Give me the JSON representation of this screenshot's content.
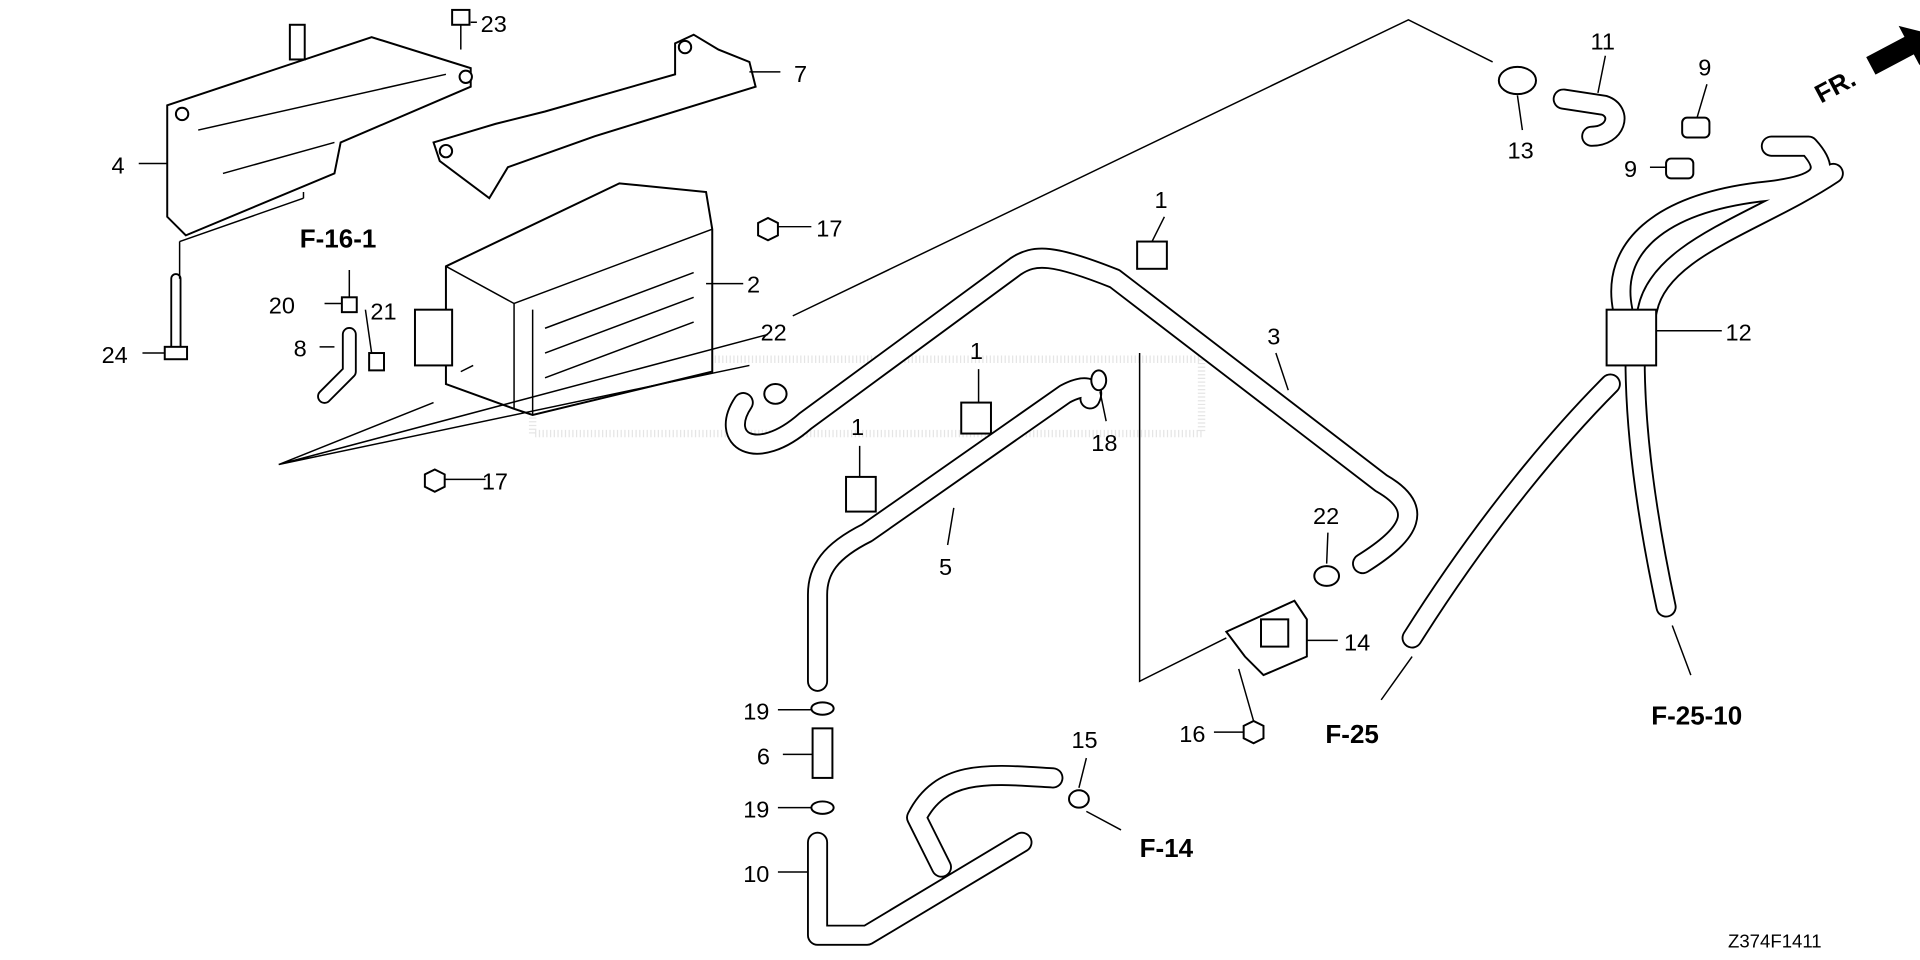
{
  "diagram": {
    "callouts": [
      "1",
      "1",
      "1",
      "2",
      "3",
      "4",
      "5",
      "6",
      "7",
      "8",
      "9",
      "9",
      "10",
      "11",
      "12",
      "13",
      "14",
      "15",
      "16",
      "17",
      "17",
      "18",
      "19",
      "19",
      "20",
      "21",
      "22",
      "22",
      "23",
      "24"
    ],
    "references": {
      "f16_1": "F-16-1",
      "f25": "F-25",
      "f25_10": "F-25-10",
      "f14": "F-14"
    },
    "direction": "FR.",
    "drawing_code": "Z374F1411"
  }
}
